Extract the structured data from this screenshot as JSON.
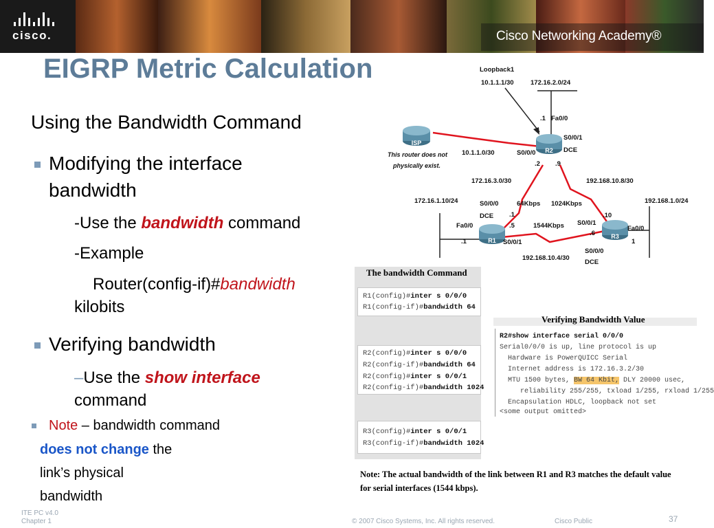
{
  "banner": {
    "logo_text": "cisco.",
    "academy_text": "Cisco Networking Academy®"
  },
  "title": "EIGRP Metric Calculation",
  "subtitle": "Using the Bandwidth Command",
  "bullets": {
    "b1_line1": "Modifying the interface",
    "b1_line2": "bandwidth",
    "b1_use_pre": "-Use the ",
    "b1_use_kw": "bandwidth",
    "b1_use_post": " command",
    "b1_example": "-Example",
    "b1_router": "Router(config-if)#",
    "b1_router_kw": "bandwidth",
    "b1_kilobits": "kilobits",
    "b2_line": "Verifying bandwidth",
    "b2_use_dash": "–",
    "b2_use_pre": "Use the ",
    "b2_use_kw": "show interface",
    "b2_command": "command",
    "note_label": "Note",
    "note_rest": " – bandwidth command",
    "note_bold": "does not change",
    "note_the": " the",
    "note_line3": "link’s physical",
    "note_line4": "bandwidth"
  },
  "topology": {
    "loopback_label": "Loopback1",
    "loopback_ip": "10.1.1.1/30",
    "r2_lan": "172.16.2.0/24",
    "r2_dot1": ".1",
    "r2_fa": "Fa0/0",
    "r2_s001": "S0/0/1",
    "r2_dce": "DCE",
    "r2_s000": "S0/0/0",
    "r2_name": "R2",
    "r2_dot2": ".2",
    "r2_dot9": ".9",
    "isp_name": "ISP",
    "isp_note1": "This router does not",
    "isp_note2": "physically exist.",
    "isp_net": "10.1.1.0/30",
    "net_r1r2": "172.16.3.0/30",
    "net_r2r3": "192.168.10.8/30",
    "r1_lan": "172.16.1.10/24",
    "r3_lan": "192.168.1.0/24",
    "r1_s000": "S0/0/0",
    "r1_dce": "DCE",
    "r1_dot1": ".1",
    "r1_dot5": ".5",
    "r1_fa": "Fa0/0",
    "r1_fa_dot1": ".1",
    "r1_name": "R1",
    "r1_s001": "S0/0/1",
    "bw_64": "64Kbps",
    "bw_1024": "1024Kbps",
    "bw_1544": "1544Kbps",
    "r3_dot10": ".10",
    "r3_s001": "S0/0/1",
    "r3_dot6": ".6",
    "r3_fa": "Fa0/0",
    "r3_name": "R3",
    "r3_fa_1": "1",
    "r3_s000": "S0/0/0",
    "r3_dce": "DCE",
    "net_r1r3": "192.168.10.4/30"
  },
  "bw_command": {
    "title": "The bandwidth Command",
    "r1": [
      {
        "prompt": "R1(config)#",
        "cmd": "inter s 0/0/0"
      },
      {
        "prompt": "R1(config-if)#",
        "cmd": "bandwidth 64"
      }
    ],
    "r2": [
      {
        "prompt": "R2(config)#",
        "cmd": "inter s 0/0/0"
      },
      {
        "prompt": "R2(config-if)#",
        "cmd": "bandwidth 64"
      },
      {
        "prompt": "R2(config)#",
        "cmd": "inter s 0/0/1"
      },
      {
        "prompt": "R2(config-if)#",
        "cmd": "bandwidth 1024"
      }
    ],
    "r3": [
      {
        "prompt": "R3(config)#",
        "cmd": "inter s 0/0/1"
      },
      {
        "prompt": "R3(config-if)#",
        "cmd": "bandwidth 1024"
      }
    ]
  },
  "verify": {
    "title": "Verifying Bandwidth Value",
    "prompt": "R2#",
    "cmd": "show interface serial 0/0/0",
    "line1": "Serial0/0/0 is up, line protocol is up",
    "line2": "  Hardware is PowerQUICC Serial",
    "line3": "  Internet address is 172.16.3.2/30",
    "line4_pre": "  MTU 1500 bytes, ",
    "line4_hl": "BW 64 Kbit,",
    "line4_post": " DLY 20000 usec,",
    "line5": "     reliability 255/255, txload 1/255, rxload 1/255",
    "line6": "  Encapsulation HDLC, loopback not set",
    "line7": "<some output omitted>"
  },
  "note_box": {
    "line1": "Note: The actual bandwidth of the link between R1 and R3 matches the default value",
    "line2": "for serial interfaces (1544 kbps)."
  },
  "footer": {
    "version": "ITE PC v4.0",
    "chapter": "Chapter 1",
    "copyright": "© 2007 Cisco Systems, Inc. All rights reserved.",
    "public": "Cisco Public",
    "page": "37"
  },
  "colors": {
    "title": "#5d7c98",
    "keyword_red": "#c0141b",
    "note_blue": "#1a56c8",
    "highlight": "#f5c56b"
  }
}
